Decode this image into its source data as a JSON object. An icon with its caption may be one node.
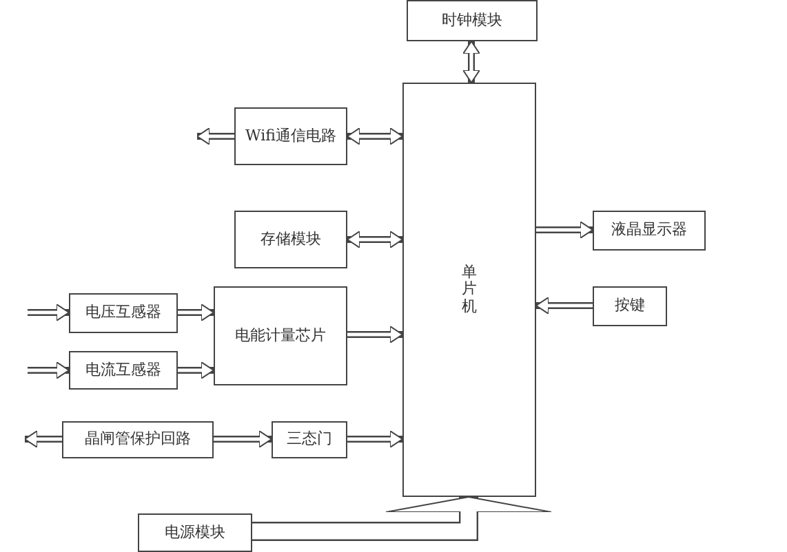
{
  "diagram": {
    "nodes": [
      {
        "text": [
          "时钟模块"
        ]
      },
      {
        "text": [
          "单片机"
        ]
      },
      {
        "text": [
          "Wifi通信电路"
        ]
      },
      {
        "text": [
          "存储模块"
        ]
      },
      {
        "text": [
          "电压互感器"
        ]
      },
      {
        "text": [
          "电流互感器"
        ]
      },
      {
        "text": [
          "电能计量芯片"
        ]
      },
      {
        "text": [
          "液晶显示器"
        ]
      },
      {
        "text": [
          "按键"
        ]
      },
      {
        "text": [
          "晶闸管保护回路"
        ]
      },
      {
        "text": [
          "三态门"
        ]
      },
      {
        "text": [
          "电源模块"
        ]
      }
    ],
    "edges": [
      {
        "from": 0,
        "to": 1,
        "arrow": "both"
      },
      {
        "from": 2,
        "to": 1,
        "arrow": "both"
      },
      {
        "from": 2,
        "to": null,
        "arrow": "to"
      },
      {
        "from": 3,
        "to": 1,
        "arrow": "both"
      },
      {
        "from": null,
        "to": 4,
        "arrow": "to"
      },
      {
        "from": null,
        "to": 5,
        "arrow": "to"
      },
      {
        "from": 4,
        "to": 6,
        "arrow": "to"
      },
      {
        "from": 5,
        "to": 6,
        "arrow": "to"
      },
      {
        "from": 6,
        "to": 1,
        "arrow": "to"
      },
      {
        "from": 9,
        "to": null,
        "arrow": "to"
      },
      {
        "from": 9,
        "to": 10,
        "arrow": "to"
      },
      {
        "from": 10,
        "to": 1,
        "arrow": "to"
      },
      {
        "from": 1,
        "to": 7,
        "arrow": "to"
      },
      {
        "from": 8,
        "to": 1,
        "arrow": "to"
      },
      {
        "from": 11,
        "to": 1,
        "arrow": "to",
        "style": "thick"
      }
    ]
  }
}
